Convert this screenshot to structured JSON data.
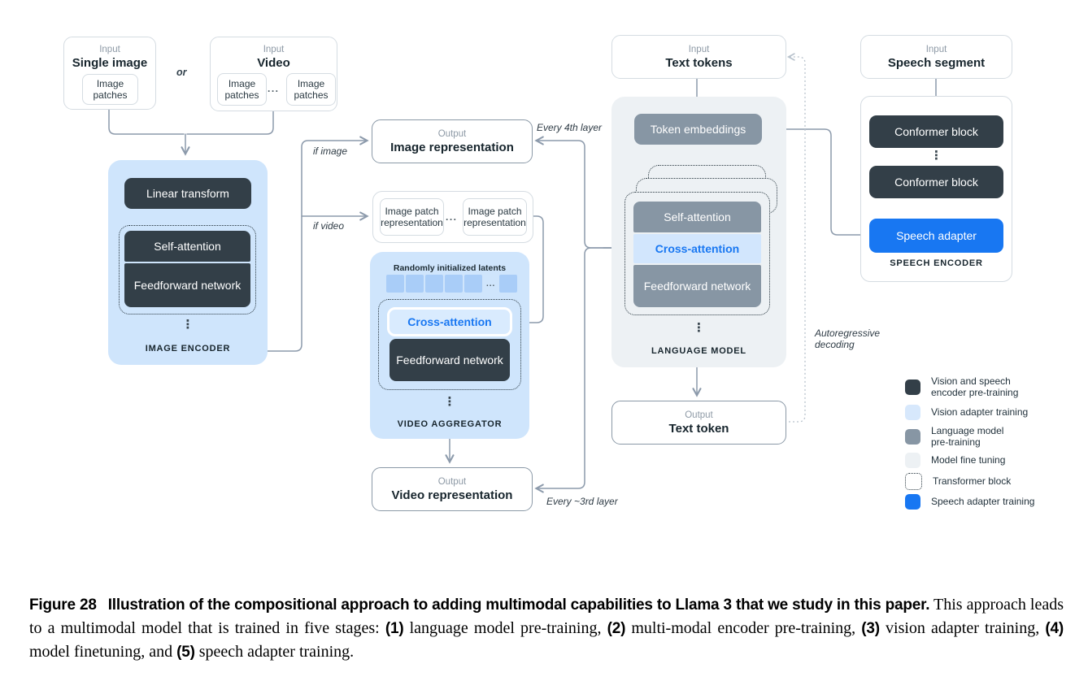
{
  "inputs": {
    "single_image": {
      "kicker": "Input",
      "title": "Single image",
      "patch": "Image patches"
    },
    "or_label": "or",
    "video": {
      "kicker": "Input",
      "title": "Video",
      "patch1": "Image patches",
      "dots": "...",
      "patch2": "Image patches"
    },
    "text_tokens": {
      "kicker": "Input",
      "title": "Text tokens"
    },
    "speech_segment": {
      "kicker": "Input",
      "title": "Speech segment"
    }
  },
  "image_encoder": {
    "linear_transform": "Linear transform",
    "self_attention": "Self-attention",
    "feedforward": "Feedforward network",
    "ellipsis": "⋮",
    "label": "IMAGE ENCODER"
  },
  "patch_reps": {
    "left": "Image patch representation",
    "dots": "...",
    "right": "Image patch representation"
  },
  "video_aggregator": {
    "latents_label": "Randomly initialized latents",
    "dots": "...",
    "cross_attention": "Cross-attention",
    "feedforward": "Feedforward network",
    "ellipsis": "⋮",
    "label": "VIDEO AGGREGATOR"
  },
  "language_model": {
    "token_embeddings": "Token embeddings",
    "self_attention": "Self-attention",
    "cross_attention": "Cross-attention",
    "feedforward": "Feedforward network",
    "ellipsis": "⋮",
    "label": "LANGUAGE MODEL"
  },
  "speech_encoder": {
    "conformer1": "Conformer block",
    "ellipsis": "⋮",
    "conformer2": "Conformer block",
    "speech_adapter": "Speech adapter",
    "label": "SPEECH ENCODER"
  },
  "outputs": {
    "image_representation": {
      "kicker": "Output",
      "title": "Image representation"
    },
    "video_representation": {
      "kicker": "Output",
      "title": "Video representation"
    },
    "text_token": {
      "kicker": "Output",
      "title": "Text token"
    }
  },
  "annotations": {
    "if_image": "if image",
    "if_video": "if video",
    "every_4th": "Every 4th layer",
    "every_3rd": "Every ~3rd layer",
    "autoregressive_1": "Autoregressive",
    "autoregressive_2": "decoding"
  },
  "legend": {
    "items": [
      {
        "line1": "Vision and speech",
        "line2": "encoder pre-training",
        "swatch": "dark"
      },
      {
        "line1": "Vision adapter training",
        "line2": "",
        "swatch": "light-blue"
      },
      {
        "line1": "Language model",
        "line2": "pre-training",
        "swatch": "gray"
      },
      {
        "line1": "Model fine tuning",
        "line2": "",
        "swatch": "faint"
      },
      {
        "line1": "Transformer block",
        "line2": "",
        "swatch": "dotted"
      },
      {
        "line1": "Speech adapter training",
        "line2": "",
        "swatch": "blue"
      }
    ]
  },
  "caption": {
    "parts": [
      {
        "style": "bold-sans",
        "text": "Figure 28"
      },
      {
        "style": "bold-sans",
        "text": "Illustration of the compositional approach to adding multimodal capabilities to Llama 3 that we study in this paper."
      },
      {
        "style": "serif",
        "text": " This approach leads to a multimodal model that is trained in five stages: "
      },
      {
        "style": "bold-sans",
        "text": "(1)"
      },
      {
        "style": "serif",
        "text": " language model pre-training, "
      },
      {
        "style": "bold-sans",
        "text": "(2)"
      },
      {
        "style": "serif",
        "text": " multi-modal encoder pre-training, "
      },
      {
        "style": "bold-sans",
        "text": "(3)"
      },
      {
        "style": "serif",
        "text": " vision adapter training, "
      },
      {
        "style": "bold-sans",
        "text": "(4)"
      },
      {
        "style": "serif",
        "text": " model finetuning, and "
      },
      {
        "style": "bold-sans",
        "text": "(5)"
      },
      {
        "style": "serif",
        "text": " speech adapter training."
      }
    ]
  },
  "colors": {
    "encoder_dark": "#333f48",
    "language_model_gray": "#8796a4",
    "vision_adapter_blue": "#cfe5fc",
    "model_finetune_faint": "#edf1f4",
    "speech_adapter_blue": "#1877f2",
    "line_gray": "#8c9aab"
  }
}
